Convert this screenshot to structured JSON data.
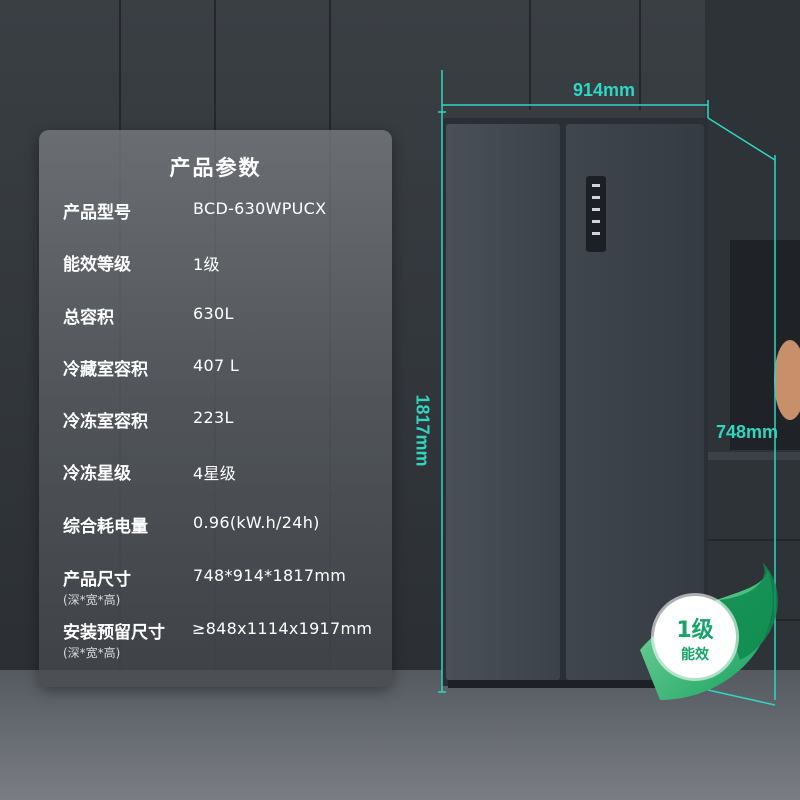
{
  "panel": {
    "title": "产品参数",
    "rows": [
      {
        "key": "产品型号",
        "value": "BCD-630WPUCX"
      },
      {
        "key": "能效等级",
        "value": "1级"
      },
      {
        "key": "总容积",
        "value": "630L"
      },
      {
        "key": "冷藏室容积",
        "value": "407 L"
      },
      {
        "key": "冷冻室容积",
        "value": "223L"
      },
      {
        "key": "冷冻星级",
        "value": "4星级"
      },
      {
        "key": "综合耗电量",
        "value": "0.96(kW.h/24h)"
      },
      {
        "key": "产品尺寸",
        "sub": "(深*宽*高)",
        "value": "748*914*1817mm"
      },
      {
        "key": "安装预留尺寸",
        "sub": "(深*宽*高)",
        "value": "≥848x1114x1917mm"
      }
    ]
  },
  "dimensions": {
    "width": "914mm",
    "depth": "748mm",
    "height": "1817mm"
  },
  "badge": {
    "level": "1级",
    "label": "能效"
  },
  "colors": {
    "dimension_line": "#2fd6c2",
    "badge_green": "#17a36a",
    "fridge_body": "#3c424a"
  }
}
